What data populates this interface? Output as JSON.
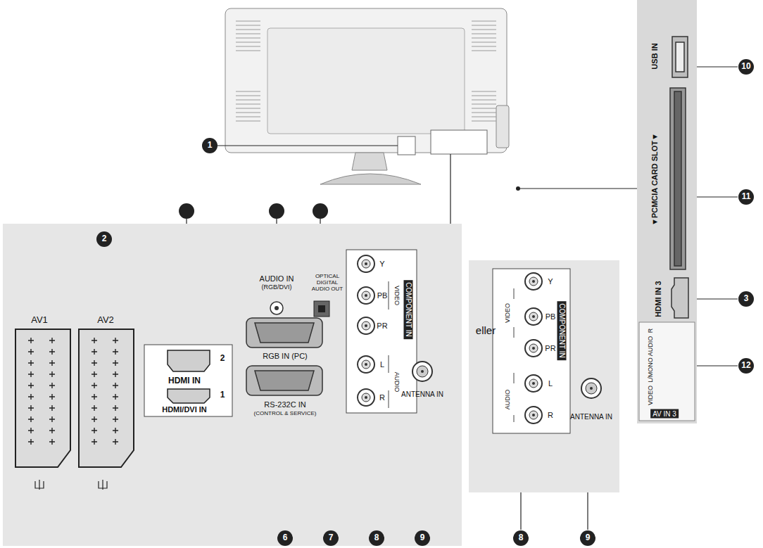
{
  "diagram": {
    "labels": [
      "1",
      "2",
      "AV1",
      "AV2",
      "2",
      "HDMI IN",
      "1",
      "HDMI/DVI IN",
      "AUDIO IN",
      "(RGB/DVI)",
      "OPTICAL DIGITAL AUDIO OUT",
      "RGB IN (PC)",
      "RS-232C IN",
      "(CONTROL & SERVICE)",
      "Y",
      "PB",
      "PR",
      "VIDEO",
      "COMPONENT IN",
      "L",
      "R",
      "AUDIO",
      "ANTENNA IN",
      "eller",
      "COMPONENT IN",
      "VIDEO",
      "Y",
      "PB",
      "PR",
      "L",
      "AUDIO",
      "R",
      "ANTENNA IN",
      "6",
      "7",
      "8",
      "9",
      "8",
      "9",
      "USB IN",
      "▼PCMCIA CARD SLOT▼",
      "HDMI IN 3",
      "R",
      "AUDIO",
      "L/MONO",
      "VIDEO",
      "AV IN 3",
      "10",
      "11",
      "3",
      "12"
    ]
  }
}
